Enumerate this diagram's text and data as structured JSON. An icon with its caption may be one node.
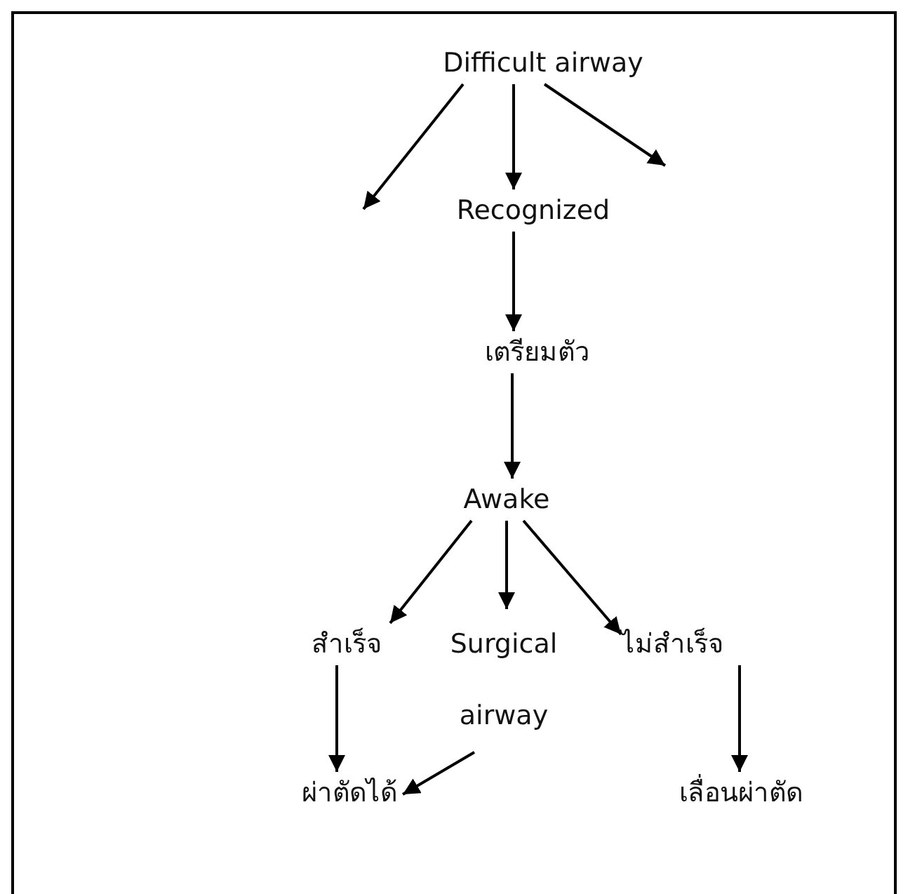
{
  "diagram": {
    "nodes": [
      {
        "text": [
          "Difficult airway"
        ]
      },
      {
        "text": [
          "Recognized"
        ]
      },
      {
        "text": [
          "เตรียมตัว"
        ]
      },
      {
        "text": [
          "Awake"
        ]
      },
      {
        "text": [
          "สำเร็จ"
        ]
      },
      {
        "text": [
          "Surgical airway"
        ]
      },
      {
        "text": [
          "ไม่สำเร็จ"
        ]
      },
      {
        "text": [
          "ผ่าตัดได้"
        ]
      },
      {
        "text": [
          "เลื่อนผ่าตัด"
        ]
      }
    ],
    "edges": [
      {
        "from": 0,
        "to": null,
        "arrow": "to"
      },
      {
        "from": 0,
        "to": 1,
        "arrow": "to"
      },
      {
        "from": 0,
        "to": null,
        "arrow": "to"
      },
      {
        "from": 1,
        "to": 2,
        "arrow": "to"
      },
      {
        "from": 2,
        "to": 3,
        "arrow": "to"
      },
      {
        "from": 3,
        "to": 4,
        "arrow": "to"
      },
      {
        "from": 3,
        "to": 5,
        "arrow": "to"
      },
      {
        "from": 3,
        "to": 6,
        "arrow": "to"
      },
      {
        "from": 4,
        "to": 7,
        "arrow": "to"
      },
      {
        "from": 5,
        "to": 7,
        "arrow": "to"
      },
      {
        "from": 6,
        "to": 8,
        "arrow": "to"
      }
    ]
  }
}
